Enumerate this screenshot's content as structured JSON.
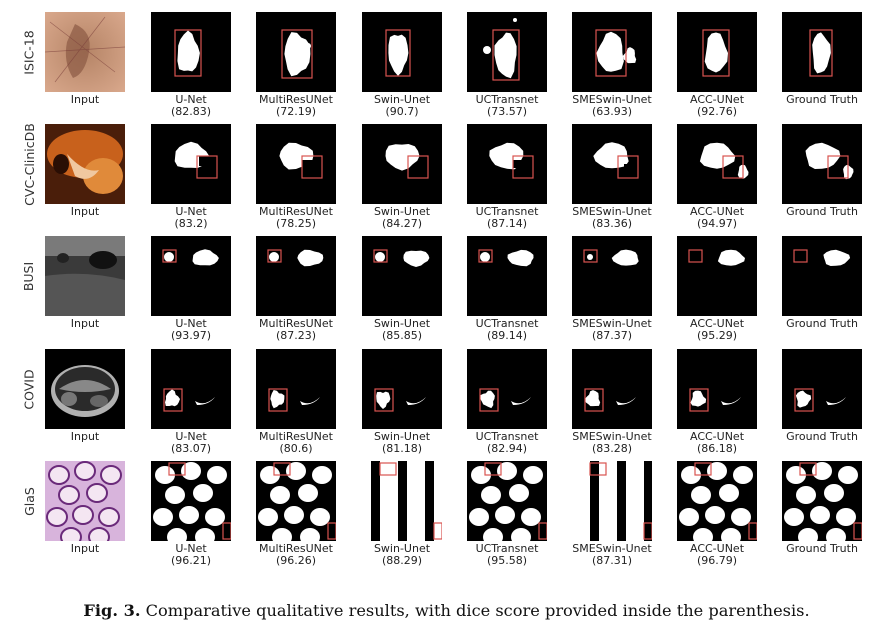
{
  "rows": [
    {
      "label": "ISIC-18",
      "input_label": "Input",
      "input_style": "skin",
      "results": [
        {
          "method": "U-Net",
          "score": "(82.83)"
        },
        {
          "method": "MultiResUNet",
          "score": "(72.19)"
        },
        {
          "method": "Swin-Unet",
          "score": "(90.7)"
        },
        {
          "method": "UCTransnet",
          "score": "(73.57)"
        },
        {
          "method": "SMESwin-Unet",
          "score": "(63.93)"
        },
        {
          "method": "ACC-UNet",
          "score": "(92.76)"
        },
        {
          "method": "Ground Truth",
          "score": ""
        }
      ]
    },
    {
      "label": "CVC-ClinicDB",
      "input_label": "Input",
      "input_style": "colon",
      "results": [
        {
          "method": "U-Net",
          "score": "(83.2)"
        },
        {
          "method": "MultiResUNet",
          "score": "(78.25)"
        },
        {
          "method": "Swin-Unet",
          "score": "(84.27)"
        },
        {
          "method": "UCTransnet",
          "score": "(87.14)"
        },
        {
          "method": "SMESwin-Unet",
          "score": "(83.36)"
        },
        {
          "method": "ACC-UNet",
          "score": "(94.97)"
        },
        {
          "method": "Ground Truth",
          "score": ""
        }
      ]
    },
    {
      "label": "BUSI",
      "input_label": "Input",
      "input_style": "ultrasound",
      "results": [
        {
          "method": "U-Net",
          "score": "(93.97)"
        },
        {
          "method": "MultiResUNet",
          "score": "(87.23)"
        },
        {
          "method": "Swin-Unet",
          "score": "(85.85)"
        },
        {
          "method": "UCTransnet",
          "score": "(89.14)"
        },
        {
          "method": "SMESwin-Unet",
          "score": "(87.37)"
        },
        {
          "method": "ACC-UNet",
          "score": "(95.29)"
        },
        {
          "method": "Ground Truth",
          "score": ""
        }
      ]
    },
    {
      "label": "COVID",
      "input_label": "Input",
      "input_style": "ct",
      "results": [
        {
          "method": "U-Net",
          "score": "(83.07)"
        },
        {
          "method": "MultiResUNet",
          "score": "(80.6)"
        },
        {
          "method": "Swin-Unet",
          "score": "(81.18)"
        },
        {
          "method": "UCTransnet",
          "score": "(82.94)"
        },
        {
          "method": "SMESwin-Unet",
          "score": "(83.28)"
        },
        {
          "method": "ACC-UNet",
          "score": "(86.18)"
        },
        {
          "method": "Ground Truth",
          "score": ""
        }
      ]
    },
    {
      "label": "GlaS",
      "input_label": "Input",
      "input_style": "histology",
      "results": [
        {
          "method": "U-Net",
          "score": "(96.21)"
        },
        {
          "method": "MultiResUNet",
          "score": "(96.26)"
        },
        {
          "method": "Swin-Unet",
          "score": "(88.29)"
        },
        {
          "method": "UCTransnet",
          "score": "(95.58)"
        },
        {
          "method": "SMESwin-Unet",
          "score": "(87.31)"
        },
        {
          "method": "ACC-UNet",
          "score": "(96.79)"
        },
        {
          "method": "Ground Truth",
          "score": ""
        }
      ]
    }
  ],
  "caption": {
    "prefix": "Fig. 3.",
    "text": "Comparative qualitative results, with dice score provided inside the parenthesis."
  },
  "colors": {
    "mask_bg": "#000000",
    "mask_fg": "#ffffff",
    "highlight_box": "#d9534f"
  }
}
